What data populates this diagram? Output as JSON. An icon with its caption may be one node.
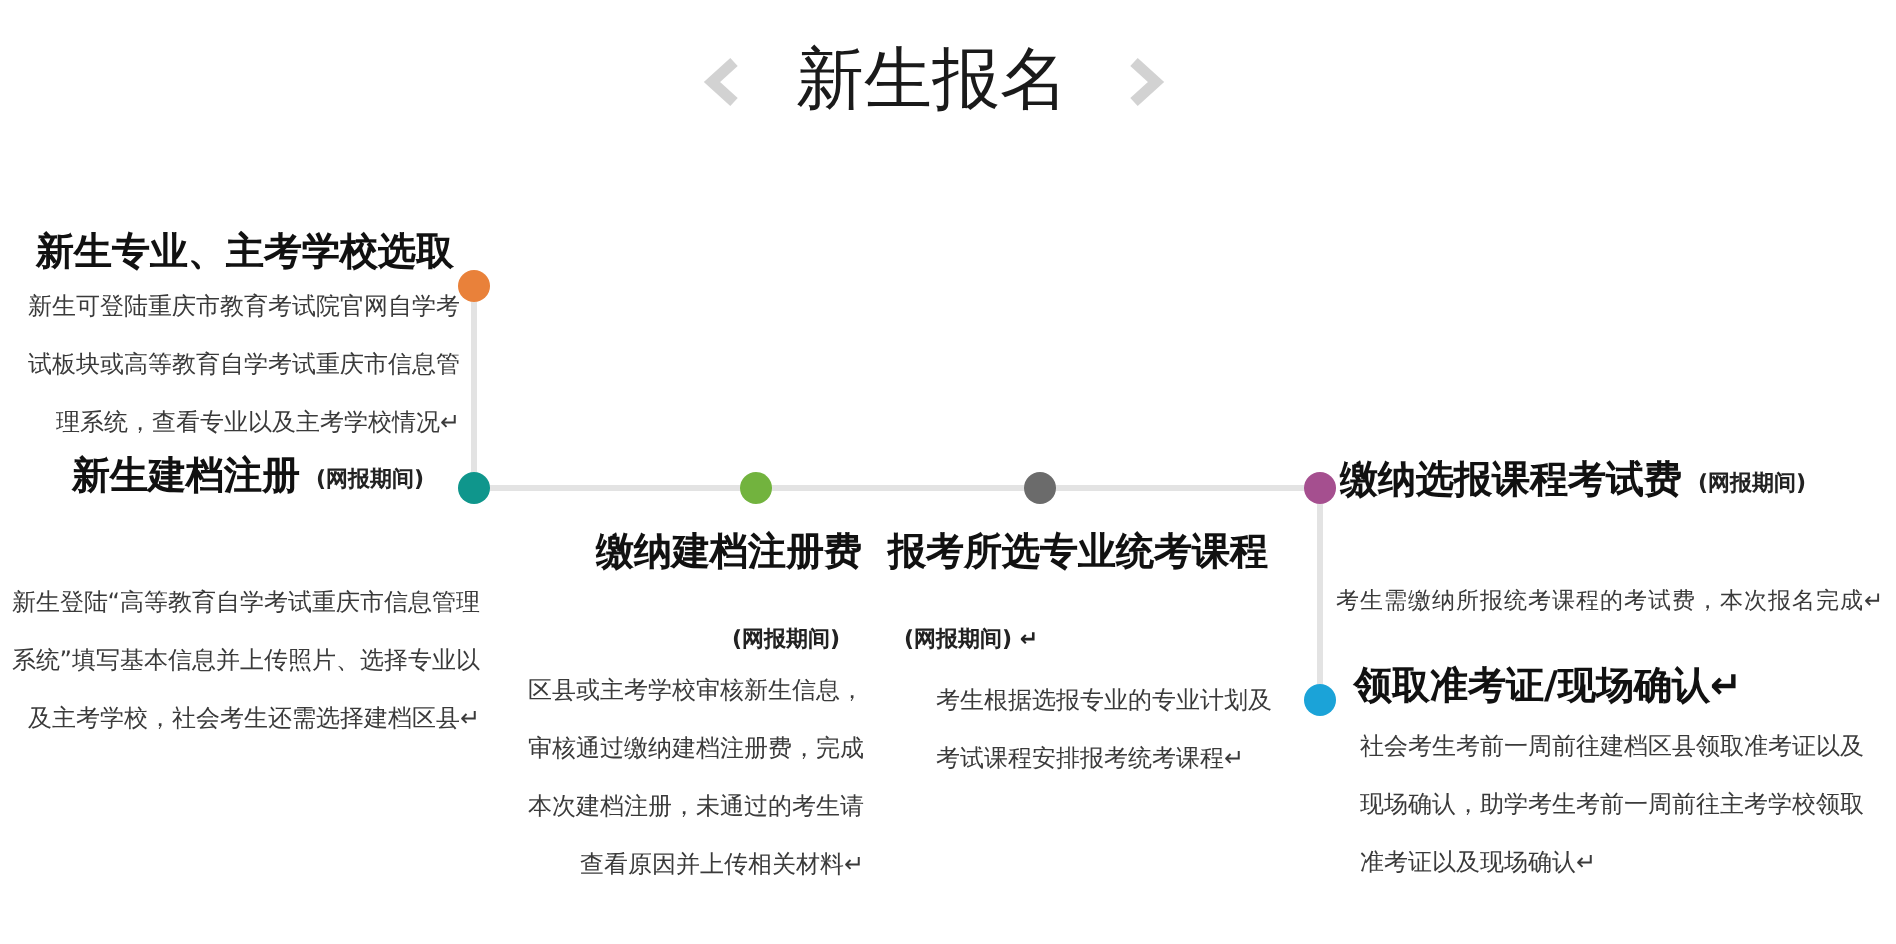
{
  "diagram": {
    "title": "新生报名",
    "nodes": [
      {
        "text": [],
        "shape": "circle",
        "beside": [
          "新生专业、主考学校选取",
          "新生可登陆重庆市教育考试院官网自学考试板块或高等教育自学考试重庆市信息管理系统，查看专业以及主考学校情况↵"
        ]
      },
      {
        "text": [],
        "shape": "circle",
        "beside": [
          "新生建档注册",
          "(网报期间)",
          "新生登陆“高等教育自学考试重庆市信息管理系统”填写基本信息并上传照片、选择专业以及主考学校，社会考生还需选择建档区县↵"
        ]
      },
      {
        "text": [],
        "shape": "circle",
        "beside": [
          "缴纳建档注册费",
          "(网报期间)",
          "区县或主考学校审核新生信息，审核通过缴纳建档注册费，完成本次建档注册，未通过的考生请查看原因并上传相关材料↵"
        ]
      },
      {
        "text": [],
        "shape": "circle",
        "beside": [
          "报考所选专业统考课程",
          "(网报期间) ↵",
          "考生根据选报专业的专业计划及考试课程安排报考统考课程↵"
        ]
      },
      {
        "text": [],
        "shape": "circle",
        "beside": [
          "缴纳选报课程考试费",
          "(网报期间)",
          "考生需缴纳所报统考课程的考试费，本次报名完成↵"
        ]
      },
      {
        "text": [],
        "shape": "circle",
        "beside": [
          "领取准考证/现场确认↵",
          "社会考生考前一周前往建档区县领取准考证以及现场确认，助学考生考前一周前往主考学校领取准考证以及现场确认↵"
        ]
      }
    ],
    "edges": [
      {
        "from": 0,
        "to": 1,
        "arrow": "none"
      },
      {
        "from": 1,
        "to": 2,
        "arrow": "none"
      },
      {
        "from": 2,
        "to": 3,
        "arrow": "none"
      },
      {
        "from": 3,
        "to": 4,
        "arrow": "none"
      },
      {
        "from": 4,
        "to": 5,
        "arrow": "none"
      }
    ]
  }
}
